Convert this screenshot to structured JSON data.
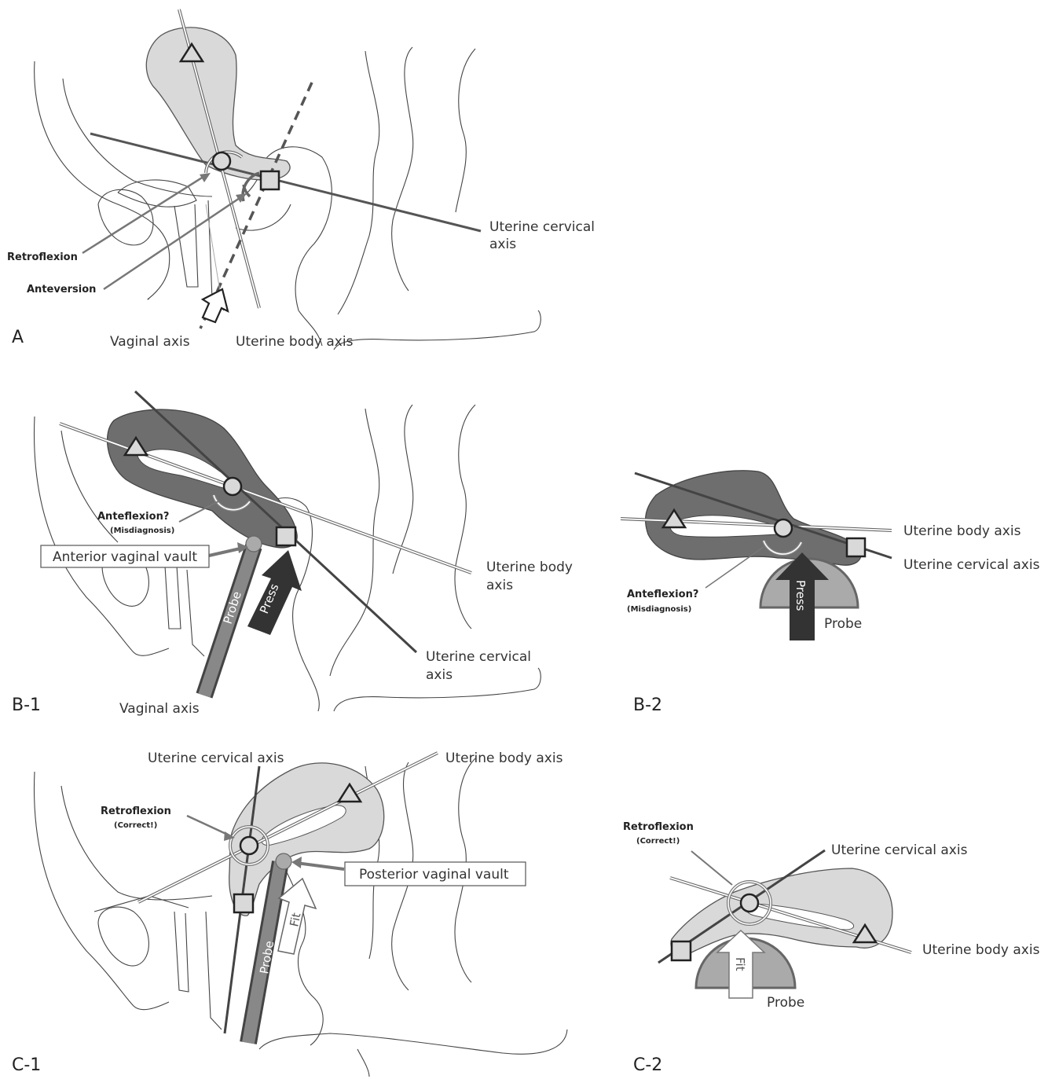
{
  "panels": {
    "A": "A",
    "B1": "B-1",
    "B2": "B-2",
    "C1": "C-1",
    "C2": "C-2"
  },
  "panel_a": {
    "uterine_cervical_axis_line1": "Uterine cervical",
    "uterine_cervical_axis_line2": "axis",
    "retroflexion": "Retroflexion",
    "anteversion": "Anteversion",
    "vaginal_axis": "Vaginal axis",
    "uterine_body_axis": "Uterine body axis"
  },
  "panel_b1": {
    "anteflexion": "Anteflexion?",
    "misdiagnosis": "(Misdiagnosis)",
    "anterior_vaginal_vault": "Anterior vaginal vault",
    "uterine_body_axis_line1": "Uterine body",
    "uterine_body_axis_line2": "axis",
    "uterine_cervical_axis_line1": "Uterine cervical",
    "uterine_cervical_axis_line2": "axis",
    "probe": "Probe",
    "press": "Press",
    "vaginal_axis": "Vaginal axis"
  },
  "panel_b2": {
    "uterine_body_axis": "Uterine body axis",
    "uterine_cervical_axis": "Uterine cervical axis",
    "anteflexion": "Anteflexion?",
    "misdiagnosis": "(Misdiagnosis)",
    "press": "Press",
    "probe": "Probe"
  },
  "panel_c1": {
    "uterine_cervical_axis": "Uterine cervical axis",
    "uterine_body_axis": "Uterine body axis",
    "retroflexion": "Retroflexion",
    "correct": "(Correct!)",
    "posterior_vaginal_vault": "Posterior vaginal vault",
    "fit": "Fit",
    "probe": "Probe"
  },
  "panel_c2": {
    "retroflexion": "Retroflexion",
    "correct": "(Correct!)",
    "uterine_cervical_axis": "Uterine cervical axis",
    "uterine_body_axis": "Uterine body axis",
    "fit": "Fit",
    "probe": "Probe"
  },
  "colors": {
    "uterus_light": "#d9d9d9",
    "uterus_dark": "#6e6e6e",
    "axis_dark": "#555555",
    "probe_gray": "#888888",
    "press_arrow": "#333333"
  },
  "icons": [
    "triangle-marker",
    "circle-marker",
    "square-marker",
    "arrow-icon"
  ]
}
